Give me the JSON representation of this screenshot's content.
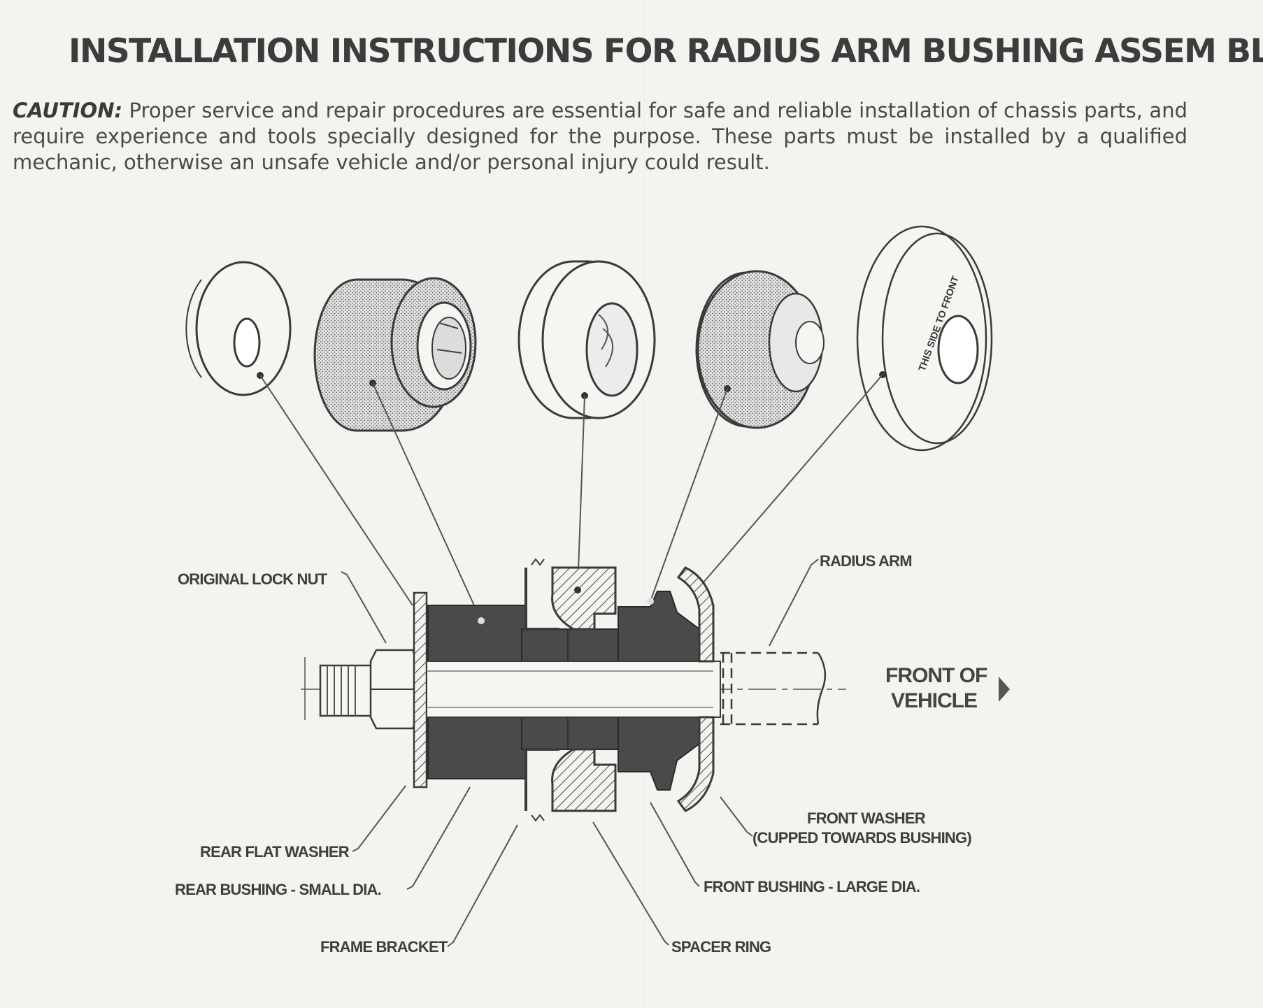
{
  "title": "INSTALLATION INSTRUCTIONS FOR RADIUS ARM BUSHING ASSEM BLY",
  "caution": {
    "lead": "CAUTION:",
    "text": " Proper service and repair procedures are essential for safe and reliable installation of chassis parts, and require experience and tools specially designed for the purpose. These parts must be installed by a qualified mechanic, otherwise an unsafe vehicle and/or personal injury could result."
  },
  "diagram": {
    "washer_marking": "THIS SIDE TO FRONT",
    "labels": {
      "original_lock_nut": "ORIGINAL LOCK NUT",
      "radius_arm": "RADIUS ARM",
      "front_of_vehicle_line1": "FRONT OF",
      "front_of_vehicle_line2": "VEHICLE",
      "front_washer_line1": "FRONT WASHER",
      "front_washer_line2": "(CUPPED TOWARDS BUSHING)",
      "rear_flat_washer": "REAR FLAT WASHER",
      "rear_bushing": "REAR BUSHING  - SMALL DIA.",
      "front_bushing": "FRONT BUSHING - LARGE DIA.",
      "frame_bracket": "FRAME BRACKET",
      "spacer_ring": "SPACER RING"
    }
  }
}
